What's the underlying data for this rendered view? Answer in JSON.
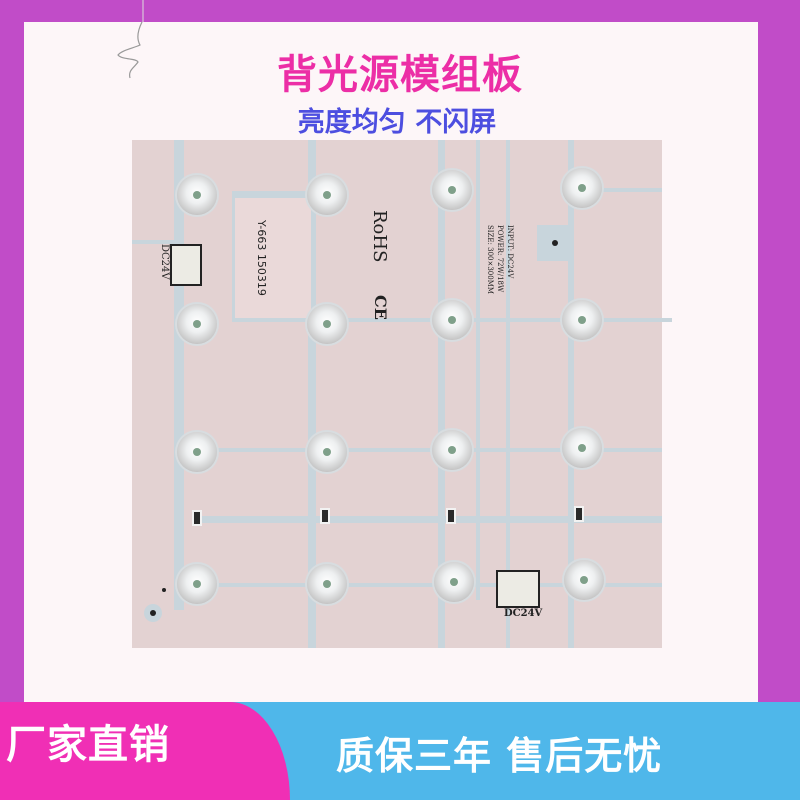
{
  "header": {
    "title": "背光源模组板",
    "subtitle": "亮度均匀 不闪屏"
  },
  "product": {
    "model_label": "Y-663 150319",
    "rohs_mark": "RoHS",
    "ce_mark": "CE",
    "connector_label_top": "DC24V",
    "connector_label_bottom": "DC24V",
    "spec_lines": [
      "INPUT: DC24V",
      "POWER: 72W/18W",
      "SIZE: 300×300MM"
    ],
    "led_rows": 4,
    "led_cols": 4
  },
  "footer": {
    "left_badge": "厂家直销",
    "right_text": "质保三年  售后无忧"
  },
  "colors": {
    "frame": "#c14cc8",
    "title": "#ec2ea6",
    "subtitle": "#4d4ee0",
    "badge": "#f02fb5",
    "band": "#4fb7ea",
    "pcb": "#e3d2d2",
    "trace": "#c8d5dc"
  }
}
